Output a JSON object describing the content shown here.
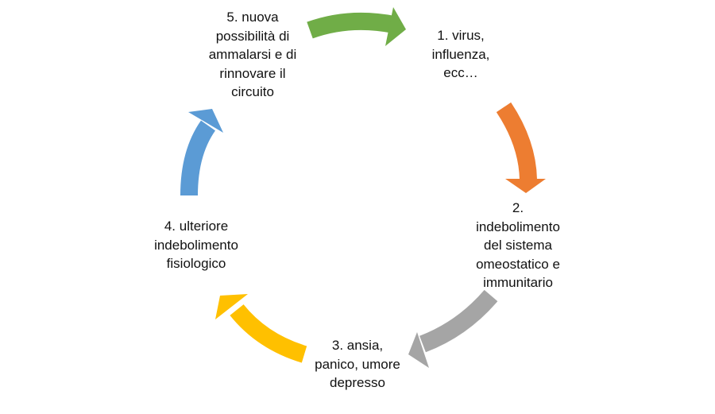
{
  "nodes": [
    {
      "id": "n1",
      "lines": [
        "1. virus,",
        "influenza,",
        "ecc…"
      ]
    },
    {
      "id": "n2",
      "lines": [
        "2.",
        "indebolimento",
        "del sistema",
        "omeostatico e",
        "immunitario"
      ]
    },
    {
      "id": "n3",
      "lines": [
        "3. ansia,",
        "panico, umore",
        "depresso"
      ]
    },
    {
      "id": "n4",
      "lines": [
        "4. ulteriore",
        "indebolimento",
        "fisiologico"
      ]
    },
    {
      "id": "n5",
      "lines": [
        "5. nuova",
        "possibilità di",
        "ammalarsi e di",
        "rinnovare il",
        "circuito"
      ]
    }
  ],
  "colors": {
    "green": "#70AD47",
    "orange": "#ED7D31",
    "gray": "#A5A5A5",
    "yellow": "#FFC000",
    "blue": "#5B9BD5"
  }
}
